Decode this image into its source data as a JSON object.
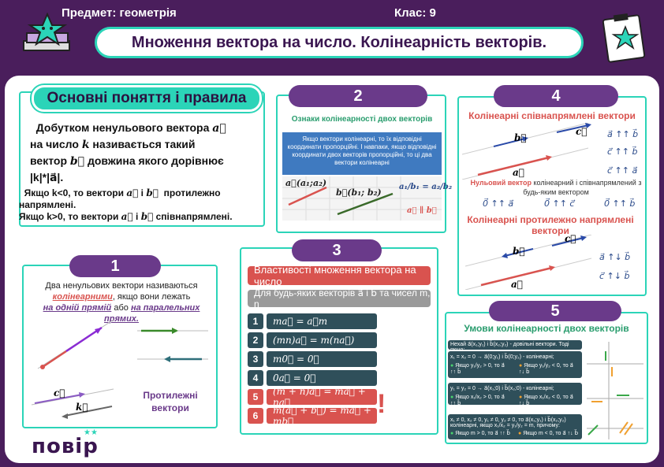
{
  "header": {
    "subject": "Предмет:  геометрія",
    "grade": "Клас: 9",
    "title": "Множення вектора на число. Колінеарність векторів."
  },
  "basics": {
    "heading": "Основні поняття і правила",
    "line1": "Добутком ненульового вектора",
    "vec_a": "a⃗",
    "line2a": "на число",
    "k": "k",
    "line2b": "називається такий",
    "line3a": "вектор",
    "vec_b": "b⃗",
    "line3b": "довжина якого дорівнює",
    "line4": "|k|*|a⃗|.",
    "neg_rule_a": "Якщо k<0, то вектори",
    "neg_rule_b": "і",
    "neg_rule_c": "протилежно напрямлені.",
    "pos_rule_a": "Якщо k>0, то вектори",
    "pos_rule_b": "і",
    "pos_rule_c": "співнапрямлені."
  },
  "block1": {
    "num": "1",
    "text1": "Два ненульових вектори називаються",
    "highlight1": "колінеарними",
    "text2": ", якщо вони лежать",
    "highlight2": "на одній прямій",
    "text3": " або ",
    "highlight3": "на паралельних прямих.",
    "vec_c": "c⃗",
    "vec_k": "k⃗",
    "caption": "Протилежні вектори"
  },
  "block2": {
    "num": "2",
    "title": "Ознаки колінеарності двох векторів",
    "info": "Якщо вектори колінеарні, то їх відповідні координати пропорційні. І навпаки, якщо відповідні координати двох векторів пропорційні, то ці два вектори колінеарні",
    "vec_a": "a⃗(a₁;a₂)",
    "vec_b": "b⃗(b₁; b₂)",
    "ratio": "a₁/b₁ = a₂/b₂",
    "parallel": "a⃗ ∥ b⃗"
  },
  "block3": {
    "num": "3",
    "head": "Властивості множення вектора на число",
    "sub": "Для будь-яких векторів a⃗ і b⃗ та чисел m, n",
    "rows": [
      {
        "n": "1",
        "f": "ma⃗ = a⃗m"
      },
      {
        "n": "2",
        "f": "(mn)a⃗ = m(na⃗)"
      },
      {
        "n": "3",
        "f": "m0⃗ = 0⃗"
      },
      {
        "n": "4",
        "f": "0a⃗ = 0⃗"
      },
      {
        "n": "5",
        "f": "(m + n)a⃗ = ma⃗ + na⃗"
      },
      {
        "n": "6",
        "f": "m(a⃗ + b⃗) = ma⃗ + mb⃗"
      }
    ],
    "mark": "!"
  },
  "block4": {
    "num": "4",
    "title1": "Колінеарні співнапрямлені вектори",
    "rel1": "a⃗ ↑↑ b⃗",
    "rel2": "c⃗ ↑↑ b⃗",
    "rel3": "c⃗ ↑↑ a⃗",
    "vec_b": "b⃗",
    "vec_c": "c⃗",
    "vec_a": "a⃗",
    "note_red": "Нульовий вектор",
    "note_rest": " колінеарний і співнапрямлений з будь-яким вектором",
    "zero1": "0⃗ ↑↑ a⃗",
    "zero2": "0⃗ ↑↑ c⃗",
    "zero3": "0⃗ ↑↑ b⃗",
    "title2": "Колінеарні протилежно напрямлені вектори",
    "rel4": "a⃗ ↑↓ b⃗",
    "rel5": "c⃗ ↑↓ b⃗"
  },
  "block5": {
    "num": "5",
    "title": "Умови колінеарності двох векторів",
    "intro": "Нехай a⃗(x₁;y₁) і b⃗(x₂;y₂) - довільні вектори. Тоді якщо:",
    "c1": "x₁ = x₂ = 0 → a⃗(0;y₁) і b⃗(0;y₂) - колінеарні;",
    "c1a": "Якщо y₁/y₂ > 0, то a⃗ ↑↑ b⃗",
    "c1b": "Якщо y₁/y₂ < 0, то a⃗ ↑↓ b⃗",
    "c2": "y₁ = y₂ = 0 → a⃗(x₁;0) і b⃗(x₂;0) - колінеарні;",
    "c2a": "Якщо x₁/x₂ > 0, то a⃗ ↑↑ b⃗",
    "c2b": "Якщо x₁/x₂ < 0, то a⃗ ↑↓ b⃗",
    "c3": "x₁ ≠ 0, x₂ ≠ 0, y₁ ≠ 0, y₂ ≠ 0, то a⃗(x₁;y₁) і b⃗(x₂;y₂) колінеарні, якщо x₁/x₂ = y₁/y₂ = m, причому:",
    "c3a": "Якщо m > 0, то a⃗ ↑↑ b⃗",
    "c3b": "Якщо m < 0, то a⃗ ↑↓ b⃗"
  },
  "logo": "повір",
  "colors": {
    "accent": "#2bd4b8",
    "purple": "#6a3a8a",
    "red": "#d9534f",
    "bg": "#4a1e5c"
  }
}
